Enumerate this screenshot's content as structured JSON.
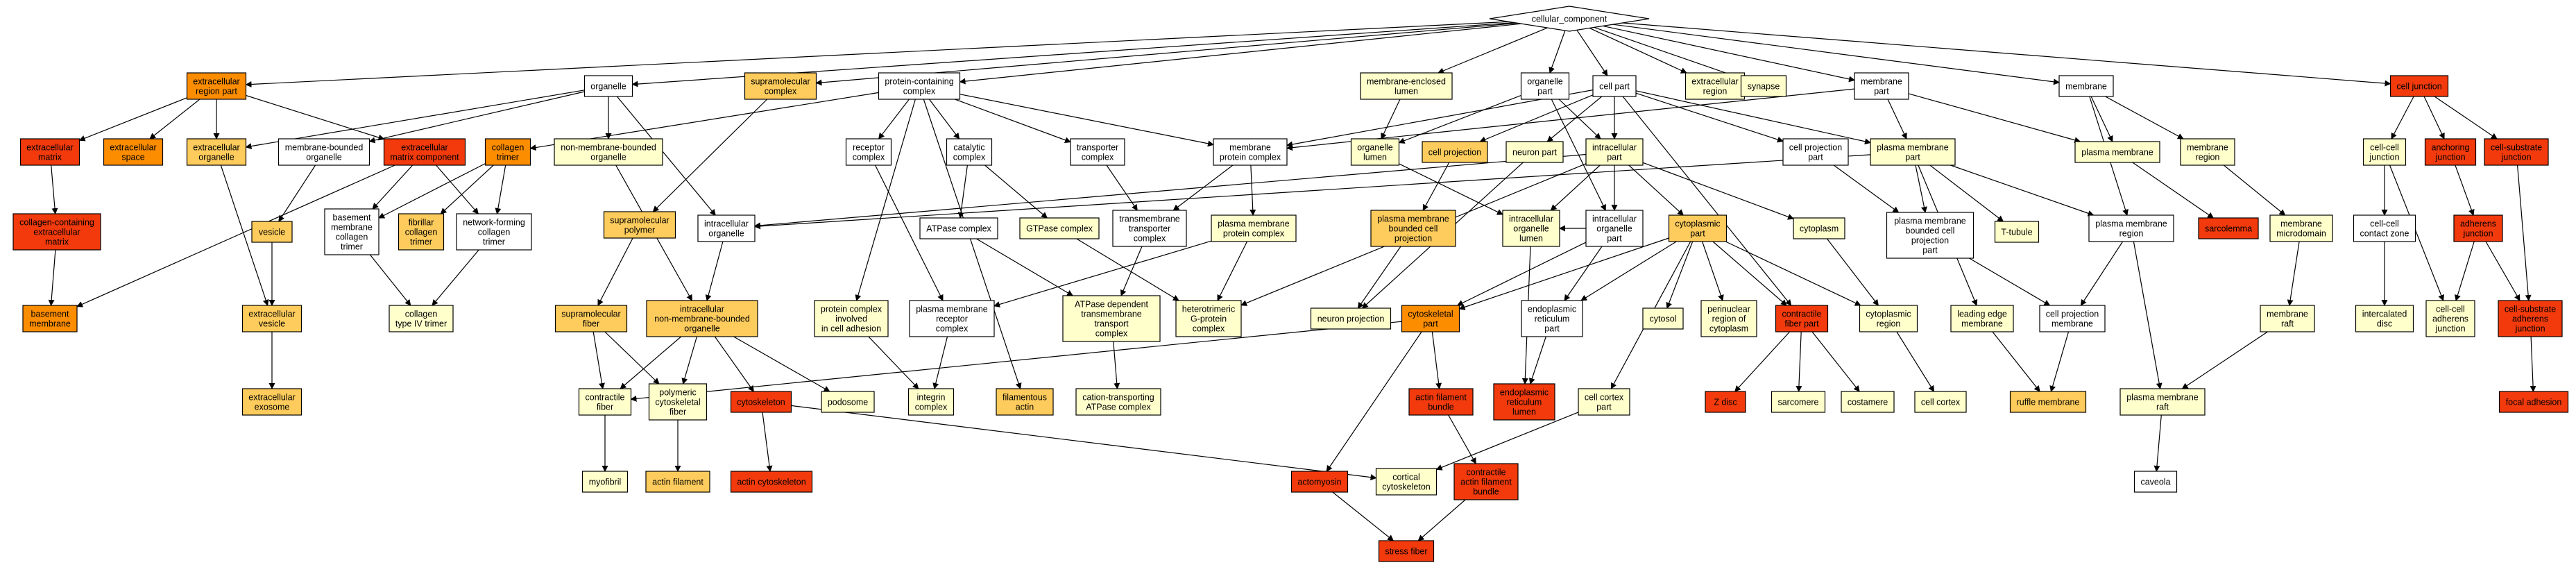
{
  "colors": {
    "white": "#ffffff",
    "pale_yellow": "#ffffcc",
    "light_orange": "#fecc5c",
    "orange": "#fd8d00",
    "red": "#f23a0c"
  },
  "nodes": [
    {
      "id": "root",
      "label": "cellular_component",
      "color": "white",
      "shape": "diamond"
    },
    {
      "id": "ecrp",
      "label": "extracellular\nregion part",
      "color": "orange"
    },
    {
      "id": "organelle",
      "label": "organelle",
      "color": "white"
    },
    {
      "id": "supcomplex",
      "label": "supramolecular\ncomplex",
      "color": "light_orange"
    },
    {
      "id": "protcomplex",
      "label": "protein-containing\ncomplex",
      "color": "white"
    },
    {
      "id": "melumen",
      "label": "membrane-enclosed\nlumen",
      "color": "pale_yellow"
    },
    {
      "id": "orgpart",
      "label": "organelle\npart",
      "color": "white"
    },
    {
      "id": "cellpart",
      "label": "cell part",
      "color": "white"
    },
    {
      "id": "ecregion",
      "label": "extracellular\nregion",
      "color": "pale_yellow"
    },
    {
      "id": "synapse",
      "label": "synapse",
      "color": "pale_yellow"
    },
    {
      "id": "mempart",
      "label": "membrane\npart",
      "color": "white"
    },
    {
      "id": "membrane",
      "label": "membrane",
      "color": "white"
    },
    {
      "id": "celljunction",
      "label": "cell junction",
      "color": "red"
    },
    {
      "id": "ecmatrix",
      "label": "extracellular\nmatrix",
      "color": "red"
    },
    {
      "id": "ecspace",
      "label": "extracellular\nspace",
      "color": "orange"
    },
    {
      "id": "ecorganelle",
      "label": "extracellular\norganelle",
      "color": "light_orange"
    },
    {
      "id": "membound",
      "label": "membrane-bounded\norganelle",
      "color": "white"
    },
    {
      "id": "ecmcomp",
      "label": "extracellular\nmatrix component",
      "color": "red"
    },
    {
      "id": "colltrimer",
      "label": "collagen\ntrimer",
      "color": "orange"
    },
    {
      "id": "nonmembound",
      "label": "non-membrane-bounded\norganelle",
      "color": "pale_yellow"
    },
    {
      "id": "receptor",
      "label": "receptor\ncomplex",
      "color": "white"
    },
    {
      "id": "catalytic",
      "label": "catalytic\ncomplex",
      "color": "white"
    },
    {
      "id": "transporter",
      "label": "transporter\ncomplex",
      "color": "white"
    },
    {
      "id": "memprotcomplex",
      "label": "membrane\nprotein complex",
      "color": "white"
    },
    {
      "id": "orglumen",
      "label": "organelle\nlumen",
      "color": "pale_yellow"
    },
    {
      "id": "cellproj",
      "label": "cell projection",
      "color": "light_orange"
    },
    {
      "id": "neuronpart",
      "label": "neuron part",
      "color": "pale_yellow"
    },
    {
      "id": "icpart",
      "label": "intracellular\npart",
      "color": "pale_yellow"
    },
    {
      "id": "cellprojpart",
      "label": "cell projection\npart",
      "color": "white"
    },
    {
      "id": "pmpart",
      "label": "plasma membrane\npart",
      "color": "pale_yellow"
    },
    {
      "id": "plasmamem",
      "label": "plasma membrane",
      "color": "pale_yellow"
    },
    {
      "id": "memregion",
      "label": "membrane\nregion",
      "color": "pale_yellow"
    },
    {
      "id": "ccjunction",
      "label": "cell-cell\njunction",
      "color": "pale_yellow"
    },
    {
      "id": "anchjunction",
      "label": "anchoring\njunction",
      "color": "red"
    },
    {
      "id": "csjunction",
      "label": "cell-substrate\njunction",
      "color": "red"
    },
    {
      "id": "collecm",
      "label": "collagen-containing\nextracellular\nmatrix",
      "color": "red"
    },
    {
      "id": "vesicle",
      "label": "vesicle",
      "color": "light_orange"
    },
    {
      "id": "bmcolltrimer",
      "label": "basement\nmembrane\ncollagen\ntrimer",
      "color": "white"
    },
    {
      "id": "fibrcoll",
      "label": "fibrillar\ncollagen\ntrimer",
      "color": "light_orange"
    },
    {
      "id": "netcoll",
      "label": "network-forming\ncollagen\ntrimer",
      "color": "white"
    },
    {
      "id": "suppolymer",
      "label": "supramolecular\npolymer",
      "color": "light_orange"
    },
    {
      "id": "icorganelle",
      "label": "intracellular\norganelle",
      "color": "white"
    },
    {
      "id": "atpase",
      "label": "ATPase complex",
      "color": "white"
    },
    {
      "id": "gtpase",
      "label": "GTPase complex",
      "color": "pale_yellow"
    },
    {
      "id": "tmtransporter",
      "label": "transmembrane\ntransporter\ncomplex",
      "color": "white"
    },
    {
      "id": "pmprotcomplex",
      "label": "plasma membrane\nprotein complex",
      "color": "pale_yellow"
    },
    {
      "id": "pmbcellproj",
      "label": "plasma membrane\nbounded cell\nprojection",
      "color": "light_orange"
    },
    {
      "id": "icorglumen",
      "label": "intracellular\norganelle\nlumen",
      "color": "pale_yellow"
    },
    {
      "id": "icorgpart",
      "label": "intracellular\norganelle\npart",
      "color": "white"
    },
    {
      "id": "cytoplasmicpart",
      "label": "cytoplasmic\npart",
      "color": "light_orange"
    },
    {
      "id": "cytoplasm",
      "label": "cytoplasm",
      "color": "pale_yellow"
    },
    {
      "id": "pmbcellprojpart",
      "label": "plasma membrane\nbounded cell\nprojection\npart",
      "color": "white"
    },
    {
      "id": "ttubule",
      "label": "T-tubule",
      "color": "pale_yellow"
    },
    {
      "id": "pmregion",
      "label": "plasma membrane\nregion",
      "color": "white"
    },
    {
      "id": "sarcolemma",
      "label": "sarcolemma",
      "color": "red"
    },
    {
      "id": "memmicrodomain",
      "label": "membrane\nmicrodomain",
      "color": "pale_yellow"
    },
    {
      "id": "cellcontactzone",
      "label": "cell-cell\ncontact zone",
      "color": "white"
    },
    {
      "id": "adherensjunction",
      "label": "adherens\njunction",
      "color": "red"
    },
    {
      "id": "basementmem",
      "label": "basement\nmembrane",
      "color": "orange"
    },
    {
      "id": "ecvesicle",
      "label": "extracellular\nvesicle",
      "color": "light_orange"
    },
    {
      "id": "collivtrimer",
      "label": "collagen\ntype IV trimer",
      "color": "pale_yellow"
    },
    {
      "id": "supfiber",
      "label": "supramolecular\nfiber",
      "color": "light_orange"
    },
    {
      "id": "icnonmembound",
      "label": "intracellular\nnon-membrane-bounded\norganelle",
      "color": "light_orange"
    },
    {
      "id": "protcomplexadh",
      "label": "protein complex\ninvolved\nin cell adhesion",
      "color": "pale_yellow"
    },
    {
      "id": "pmreceptor",
      "label": "plasma membrane\nreceptor\ncomplex",
      "color": "white"
    },
    {
      "id": "atpdepend",
      "label": "ATPase dependent\ntransmembrane\ntransport\ncomplex",
      "color": "pale_yellow"
    },
    {
      "id": "heterogprot",
      "label": "heterotrimeric\nG-protein\ncomplex",
      "color": "pale_yellow"
    },
    {
      "id": "neuronproj",
      "label": "neuron projection",
      "color": "pale_yellow"
    },
    {
      "id": "cytoskeletalpart",
      "label": "cytoskeletal\npart",
      "color": "orange"
    },
    {
      "id": "erpart",
      "label": "endoplasmic\nreticulum\npart",
      "color": "white"
    },
    {
      "id": "cytosol",
      "label": "cytosol",
      "color": "pale_yellow"
    },
    {
      "id": "perinuclear",
      "label": "perinuclear\nregion of\ncytoplasm",
      "color": "pale_yellow"
    },
    {
      "id": "contractilefiberpart",
      "label": "contractile\nfiber part",
      "color": "red"
    },
    {
      "id": "cytoplasmicregion",
      "label": "cytoplasmic\nregion",
      "color": "pale_yellow"
    },
    {
      "id": "leadingedge",
      "label": "leading edge\nmembrane",
      "color": "pale_yellow"
    },
    {
      "id": "cellprojmem",
      "label": "cell projection\nmembrane",
      "color": "white"
    },
    {
      "id": "membraneraft",
      "label": "membrane\nraft",
      "color": "pale_yellow"
    },
    {
      "id": "intercalated",
      "label": "intercalated\ndisc",
      "color": "pale_yellow"
    },
    {
      "id": "ccadherens",
      "label": "cell-cell\nadherens\njunction",
      "color": "pale_yellow"
    },
    {
      "id": "csadherens",
      "label": "cell-substrate\nadherens\njunction",
      "color": "red"
    },
    {
      "id": "ecexosome",
      "label": "extracellular\nexosome",
      "color": "light_orange"
    },
    {
      "id": "contractilefiber",
      "label": "contractile\nfiber",
      "color": "pale_yellow"
    },
    {
      "id": "polycytofiber",
      "label": "polymeric\ncytoskeletal\nfiber",
      "color": "pale_yellow"
    },
    {
      "id": "cytoskeleton",
      "label": "cytoskeleton",
      "color": "red"
    },
    {
      "id": "podosome",
      "label": "podosome",
      "color": "pale_yellow"
    },
    {
      "id": "integrin",
      "label": "integrin\ncomplex",
      "color": "pale_yellow"
    },
    {
      "id": "filamentousactin",
      "label": "filamentous\nactin",
      "color": "light_orange"
    },
    {
      "id": "cationatpase",
      "label": "cation-transporting\nATPase complex",
      "color": "pale_yellow"
    },
    {
      "id": "actinbundle",
      "label": "actin filament\nbundle",
      "color": "red"
    },
    {
      "id": "erlumen",
      "label": "endoplasmic\nreticulum\nlumen",
      "color": "red"
    },
    {
      "id": "cellcortexpart",
      "label": "cell cortex\npart",
      "color": "pale_yellow"
    },
    {
      "id": "zdisc",
      "label": "Z disc",
      "color": "red"
    },
    {
      "id": "sarcomere",
      "label": "sarcomere",
      "color": "pale_yellow"
    },
    {
      "id": "costamere",
      "label": "costamere",
      "color": "pale_yellow"
    },
    {
      "id": "cellcortex",
      "label": "cell cortex",
      "color": "pale_yellow"
    },
    {
      "id": "ruffle",
      "label": "ruffle membrane",
      "color": "light_orange"
    },
    {
      "id": "pmraft",
      "label": "plasma membrane\nraft",
      "color": "pale_yellow"
    },
    {
      "id": "focaladhesion",
      "label": "focal adhesion",
      "color": "red"
    },
    {
      "id": "myofibril",
      "label": "myofibril",
      "color": "pale_yellow"
    },
    {
      "id": "actinfilament",
      "label": "actin filament",
      "color": "light_orange"
    },
    {
      "id": "actincytoskeleton",
      "label": "actin cytoskeleton",
      "color": "red"
    },
    {
      "id": "actomyosin",
      "label": "actomyosin",
      "color": "red"
    },
    {
      "id": "corticalcyto",
      "label": "cortical\ncytoskeleton",
      "color": "pale_yellow"
    },
    {
      "id": "contractileactinbundle",
      "label": "contractile\nactin filament\nbundle",
      "color": "red"
    },
    {
      "id": "caveola",
      "label": "caveola",
      "color": "white"
    },
    {
      "id": "stressfiber",
      "label": "stress fiber",
      "color": "red"
    }
  ],
  "edges": [
    [
      "root",
      "ecrp"
    ],
    [
      "root",
      "organelle"
    ],
    [
      "root",
      "supcomplex"
    ],
    [
      "root",
      "protcomplex"
    ],
    [
      "root",
      "melumen"
    ],
    [
      "root",
      "orgpart"
    ],
    [
      "root",
      "cellpart"
    ],
    [
      "root",
      "ecregion"
    ],
    [
      "root",
      "synapse"
    ],
    [
      "root",
      "mempart"
    ],
    [
      "root",
      "membrane"
    ],
    [
      "root",
      "celljunction"
    ],
    [
      "ecrp",
      "ecmatrix"
    ],
    [
      "ecrp",
      "ecspace"
    ],
    [
      "ecrp",
      "ecorganelle"
    ],
    [
      "ecrp",
      "ecmcomp"
    ],
    [
      "organelle",
      "ecorganelle"
    ],
    [
      "organelle",
      "membound"
    ],
    [
      "organelle",
      "nonmembound"
    ],
    [
      "organelle",
      "icorganelle"
    ],
    [
      "supcomplex",
      "suppolymer"
    ],
    [
      "protcomplex",
      "colltrimer"
    ],
    [
      "protcomplex",
      "receptor"
    ],
    [
      "protcomplex",
      "catalytic"
    ],
    [
      "protcomplex",
      "transporter"
    ],
    [
      "protcomplex",
      "memprotcomplex"
    ],
    [
      "protcomplex",
      "protcomplexadh"
    ],
    [
      "protcomplex",
      "filamentousactin"
    ],
    [
      "melumen",
      "orglumen"
    ],
    [
      "orgpart",
      "orglumen"
    ],
    [
      "orgpart",
      "icpart"
    ],
    [
      "orgpart",
      "icorgpart"
    ],
    [
      "cellpart",
      "cellproj"
    ],
    [
      "cellpart",
      "neuronpart"
    ],
    [
      "cellpart",
      "icpart"
    ],
    [
      "cellpart",
      "cellprojpart"
    ],
    [
      "cellpart",
      "pmpart"
    ],
    [
      "cellpart",
      "memprotcomplex"
    ],
    [
      "cellpart",
      "contractilefiberpart"
    ],
    [
      "mempart",
      "memprotcomplex"
    ],
    [
      "mempart",
      "pmpart"
    ],
    [
      "mempart",
      "plasmamem"
    ],
    [
      "membrane",
      "plasmamem"
    ],
    [
      "membrane",
      "memregion"
    ],
    [
      "membrane",
      "pmregion"
    ],
    [
      "celljunction",
      "ccjunction"
    ],
    [
      "celljunction",
      "anchjunction"
    ],
    [
      "celljunction",
      "csjunction"
    ],
    [
      "ecmatrix",
      "collecm"
    ],
    [
      "collecm",
      "basementmem"
    ],
    [
      "ecorganelle",
      "ecvesicle"
    ],
    [
      "membound",
      "vesicle"
    ],
    [
      "vesicle",
      "ecvesicle"
    ],
    [
      "ecvesicle",
      "ecexosome"
    ],
    [
      "ecmcomp",
      "basementmem"
    ],
    [
      "ecmcomp",
      "bmcolltrimer"
    ],
    [
      "ecmcomp",
      "netcoll"
    ],
    [
      "colltrimer",
      "bmcolltrimer"
    ],
    [
      "colltrimer",
      "fibrcoll"
    ],
    [
      "colltrimer",
      "netcoll"
    ],
    [
      "bmcolltrimer",
      "collivtrimer"
    ],
    [
      "netcoll",
      "collivtrimer"
    ],
    [
      "nonmembound",
      "icnonmembound"
    ],
    [
      "suppolymer",
      "supfiber"
    ],
    [
      "supfiber",
      "contractilefiber"
    ],
    [
      "supfiber",
      "polycytofiber"
    ],
    [
      "icorganelle",
      "icnonmembound"
    ],
    [
      "icnonmembound",
      "contractilefiber"
    ],
    [
      "icnonmembound",
      "polycytofiber"
    ],
    [
      "icnonmembound",
      "cytoskeleton"
    ],
    [
      "icnonmembound",
      "podosome"
    ],
    [
      "catalytic",
      "atpase"
    ],
    [
      "catalytic",
      "gtpase"
    ],
    [
      "transporter",
      "tmtransporter"
    ],
    [
      "memprotcomplex",
      "tmtransporter"
    ],
    [
      "memprotcomplex",
      "pmprotcomplex"
    ],
    [
      "receptor",
      "pmreceptor"
    ],
    [
      "atpase",
      "atpdepend"
    ],
    [
      "tmtransporter",
      "atpdepend"
    ],
    [
      "atpdepend",
      "cationatpase"
    ],
    [
      "gtpase",
      "heterogprot"
    ],
    [
      "pmprotcomplex",
      "pmreceptor"
    ],
    [
      "pmprotcomplex",
      "heterogprot"
    ],
    [
      "pmreceptor",
      "integrin"
    ],
    [
      "protcomplexadh",
      "integrin"
    ],
    [
      "cellproj",
      "pmbcellproj"
    ],
    [
      "pmbcellproj",
      "neuronproj"
    ],
    [
      "neuronpart",
      "neuronproj"
    ],
    [
      "orglumen",
      "icorglumen"
    ],
    [
      "icpart",
      "icorganelle"
    ],
    [
      "icpart",
      "icorglumen"
    ],
    [
      "icpart",
      "icorgpart"
    ],
    [
      "icpart",
      "cytoplasmicpart"
    ],
    [
      "icpart",
      "cytoplasm"
    ],
    [
      "icpart",
      "heterogprot"
    ],
    [
      "icorgpart",
      "icorglumen"
    ],
    [
      "icorgpart",
      "erpart"
    ],
    [
      "icorgpart",
      "cytoskeletalpart"
    ],
    [
      "icorglumen",
      "erlumen"
    ],
    [
      "erpart",
      "erlumen"
    ],
    [
      "cytoplasmicpart",
      "cytoskeletalpart"
    ],
    [
      "cytoplasmicpart",
      "cytosol"
    ],
    [
      "cytoplasmicpart",
      "perinuclear"
    ],
    [
      "cytoplasmicpart",
      "contractilefiberpart"
    ],
    [
      "cytoplasmicpart",
      "cytoplasmicregion"
    ],
    [
      "cytoplasmicpart",
      "erpart"
    ],
    [
      "cytoplasmicpart",
      "cellcortexpart"
    ],
    [
      "cytoplasm",
      "cytoplasmicregion"
    ],
    [
      "cellprojpart",
      "pmbcellprojpart"
    ],
    [
      "pmpart",
      "pmbcellprojpart"
    ],
    [
      "pmpart",
      "ttubule"
    ],
    [
      "pmpart",
      "pmregion"
    ],
    [
      "pmpart",
      "leadingedge"
    ],
    [
      "pmpart",
      "icorganelle"
    ],
    [
      "pmbcellprojpart",
      "cellprojmem"
    ],
    [
      "pmregion",
      "cellprojmem"
    ],
    [
      "pmregion",
      "pmraft"
    ],
    [
      "plasmamem",
      "sarcolemma"
    ],
    [
      "memregion",
      "memmicrodomain"
    ],
    [
      "memmicrodomain",
      "membraneraft"
    ],
    [
      "membraneraft",
      "pmraft"
    ],
    [
      "pmraft",
      "caveola"
    ],
    [
      "leadingedge",
      "ruffle"
    ],
    [
      "cellprojmem",
      "ruffle"
    ],
    [
      "cytoskeletalpart",
      "actinbundle"
    ],
    [
      "cytoskeletalpart",
      "actomyosin"
    ],
    [
      "cytoskeletalpart",
      "contractilefiber"
    ],
    [
      "contractilefiberpart",
      "zdisc"
    ],
    [
      "contractilefiberpart",
      "sarcomere"
    ],
    [
      "contractilefiberpart",
      "costamere"
    ],
    [
      "cellcortexpart",
      "corticalcyto"
    ],
    [
      "cytoplasmicregion",
      "cellcortex"
    ],
    [
      "ccjunction",
      "cellcontactzone"
    ],
    [
      "ccjunction",
      "ccadherens"
    ],
    [
      "cellcontactzone",
      "intercalated"
    ],
    [
      "anchjunction",
      "adherensjunction"
    ],
    [
      "adherensjunction",
      "ccadherens"
    ],
    [
      "adherensjunction",
      "csadherens"
    ],
    [
      "csjunction",
      "csadherens"
    ],
    [
      "csadherens",
      "focaladhesion"
    ],
    [
      "contractilefiber",
      "myofibril"
    ],
    [
      "polycytofiber",
      "actinfilament"
    ],
    [
      "cytoskeleton",
      "actincytoskeleton"
    ],
    [
      "cytoskeleton",
      "corticalcyto"
    ],
    [
      "actinbundle",
      "contractileactinbundle"
    ],
    [
      "actomyosin",
      "stressfiber"
    ],
    [
      "contractileactinbundle",
      "stressfiber"
    ]
  ]
}
